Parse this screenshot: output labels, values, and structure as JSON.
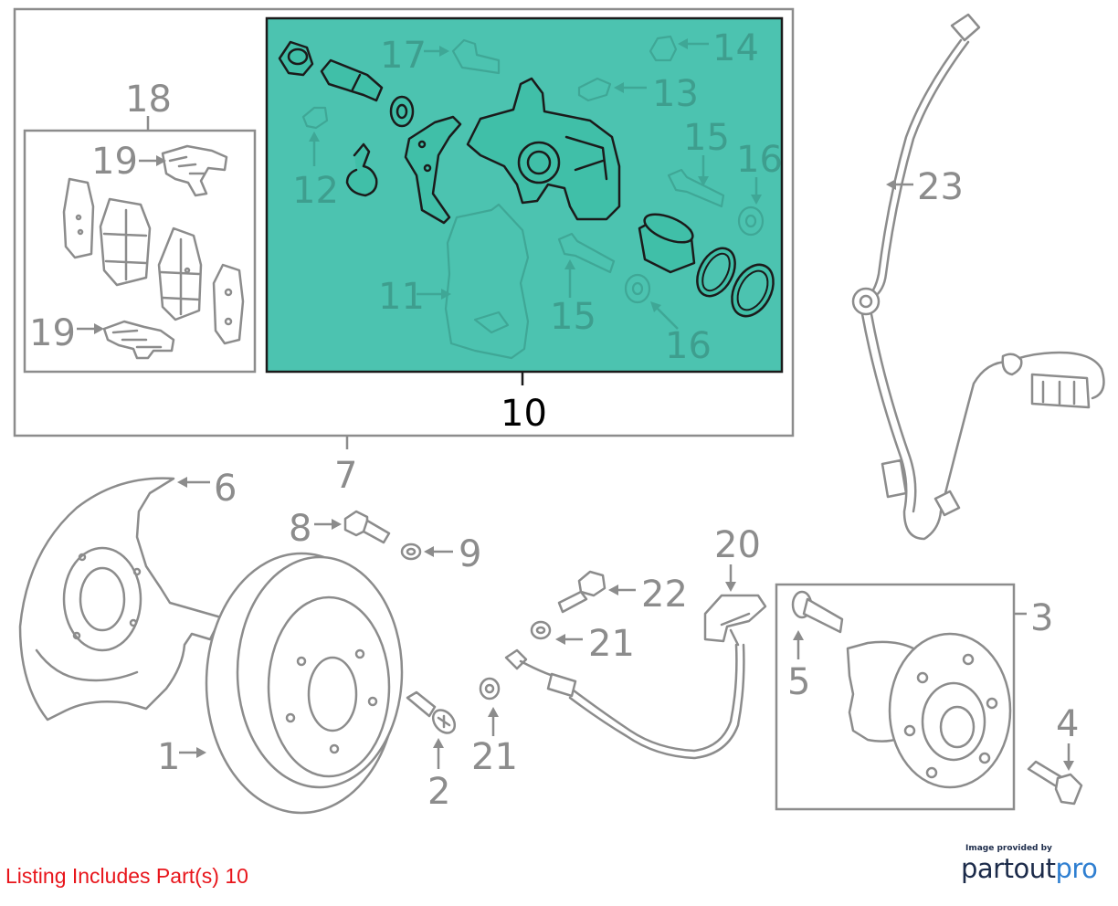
{
  "diagram": {
    "callouts": {
      "c1": "1",
      "c2": "2",
      "c3": "3",
      "c4": "4",
      "c5": "5",
      "c6": "6",
      "c7": "7",
      "c8": "8",
      "c9": "9",
      "c10": "10",
      "c11": "11",
      "c12": "12",
      "c13": "13",
      "c14": "14",
      "c15a": "15",
      "c15b": "15",
      "c16a": "16",
      "c16b": "16",
      "c17": "17",
      "c18": "18",
      "c19a": "19",
      "c19b": "19",
      "c20": "20",
      "c21a": "21",
      "c21b": "21",
      "c22": "22",
      "c23": "23"
    },
    "highlight_color": "#40bfa8",
    "part_line_color": "#8c8c8c"
  },
  "footer": {
    "listing_note": "Listing Includes Part(s) 10",
    "listing_color": "#e8151b",
    "credit_line": "Image provided by",
    "brand_main": "partout",
    "brand_accent": "pro"
  }
}
